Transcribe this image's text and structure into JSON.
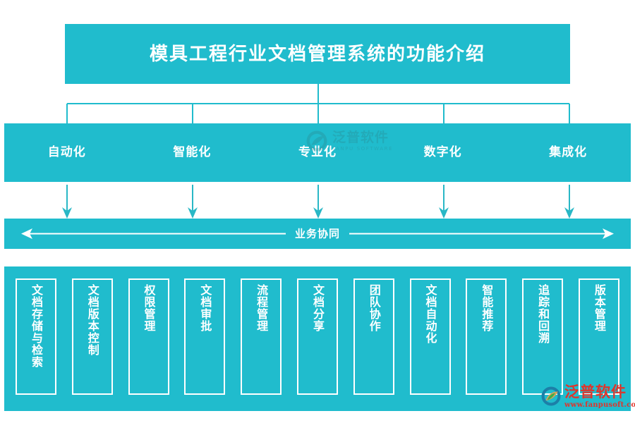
{
  "theme": {
    "accent": "#20BCCD",
    "panel_text": "#FFFFFF",
    "brand_red": "#E0342B",
    "watermark_color": "#2F6F72",
    "background": "#FFFFFF"
  },
  "title": {
    "text": "模具工程行业文档管理系统的功能介绍"
  },
  "categories": [
    {
      "label": "自动化"
    },
    {
      "label": "智能化"
    },
    {
      "label": "专业化"
    },
    {
      "label": "数字化"
    },
    {
      "label": "集成化"
    }
  ],
  "collaboration": {
    "label": "业务协同"
  },
  "features": [
    {
      "label": "文档存储与检索"
    },
    {
      "label": "文档版本控制"
    },
    {
      "label": "权限管理"
    },
    {
      "label": "文档审批"
    },
    {
      "label": "流程管理"
    },
    {
      "label": "文档分享"
    },
    {
      "label": "团队协作"
    },
    {
      "label": "文档自动化"
    },
    {
      "label": "智能推荐"
    },
    {
      "label": "追踪和回溯"
    },
    {
      "label": "版本管理"
    }
  ],
  "watermark": {
    "name_cn": "泛普软件",
    "name_en": "FANPU SOFTWARE"
  },
  "brand": {
    "name_cn": "泛普软件",
    "url": "www.fanpusoft.com"
  }
}
